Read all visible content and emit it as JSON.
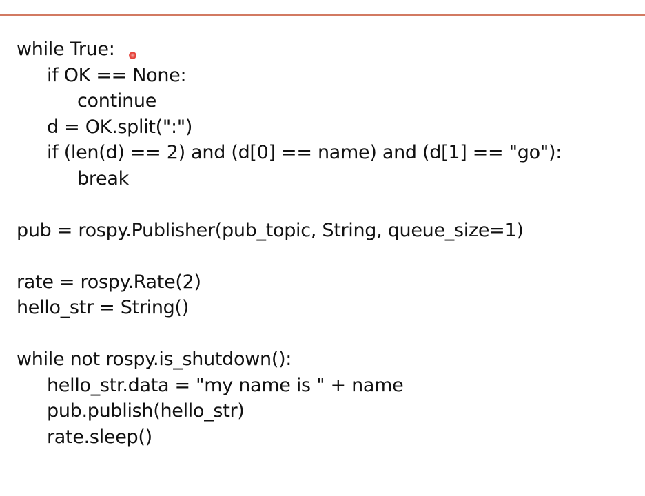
{
  "code": {
    "lines": [
      "while True:",
      "if OK == None:",
      "continue",
      "d = OK.split(\":\")",
      "if (len(d) == 2) and (d[0] == name) and (d[1] == \"go\"):",
      "break",
      "",
      "pub = rospy.Publisher(pub_topic, String, queue_size=1)",
      "",
      "rate = rospy.Rate(2)",
      "hello_str = String()",
      "",
      "while not rospy.is_shutdown():",
      "hello_str.data = \"my name is \" + name",
      "pub.publish(hello_str)",
      "rate.sleep()"
    ]
  },
  "colors": {
    "top_rule": "#d27a62",
    "pointer": "#e43a32",
    "text": "#111111"
  }
}
